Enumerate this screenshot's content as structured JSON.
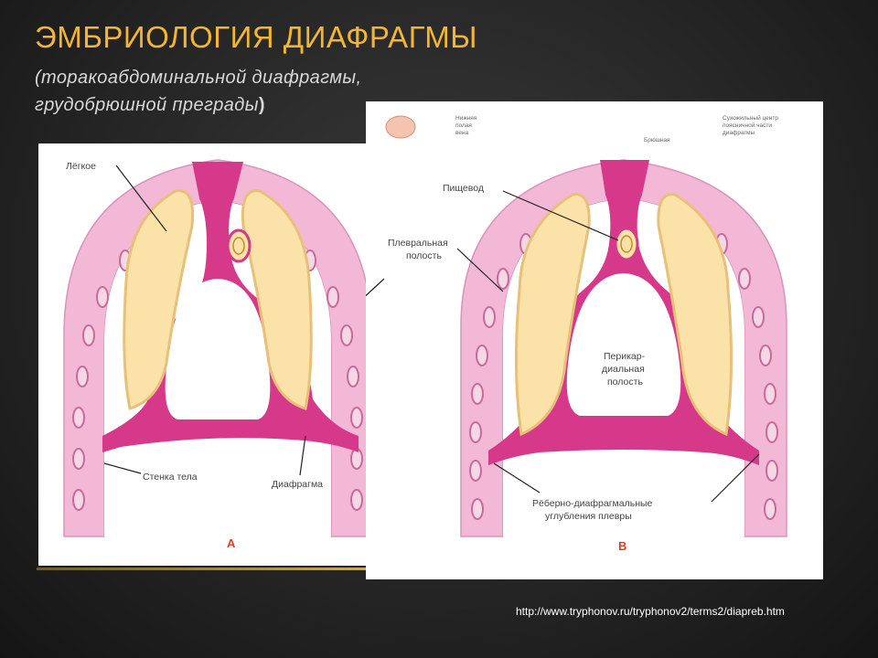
{
  "slide": {
    "title": "Эмбриология диафрагмы",
    "subtitle_line1": "(торакоабдоминальной диафрагмы,",
    "subtitle_line2": "грудобрюшной преграды",
    "subtitle_close": ")",
    "source_url": "http://www.tryphonov.ru/tryphonov2/terms2/diapreb.htm"
  },
  "figure_a": {
    "letter": "А",
    "labels": {
      "lung": "Лёгкое",
      "body_wall": "Стенка тела",
      "diaphragm": "Диафрагма"
    }
  },
  "figure_b": {
    "letter": "В",
    "labels": {
      "esophagus": "Пищевод",
      "pleural_cavity_1": "Плевральная",
      "pleural_cavity_2": "полость",
      "pericardial_1": "Перикар-",
      "pericardial_2": "диальная",
      "pericardial_3": "полость",
      "recess_1": "Рёберно-диафрагмальные",
      "recess_2": "углубления плевры"
    },
    "behind_fragments": {
      "top_left_1": "Нижняя",
      "top_left_2": "полая",
      "top_left_3": "вена",
      "top_mid": "Брюшная",
      "top_right_1": "Сухожильный центр",
      "top_right_2": "поясничной части",
      "top_right_3": "диафрагмы"
    }
  },
  "colors": {
    "title": "#f2b632",
    "wall_pink": "#f2b8d6",
    "magenta": "#d6388a",
    "lung_cream": "#fbe2a8",
    "label_red": "#e33a2a"
  }
}
